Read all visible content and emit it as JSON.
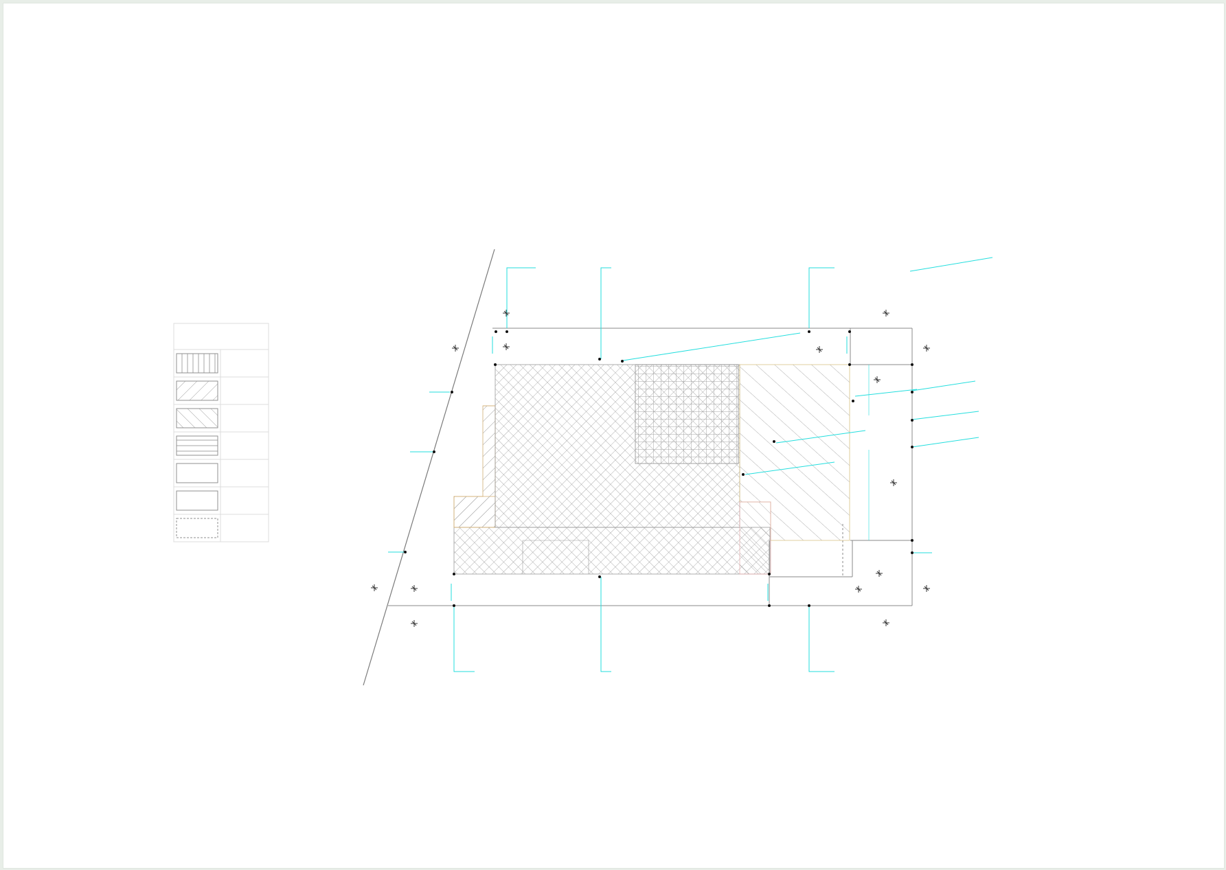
{
  "colors": {
    "annotation": "#22dede",
    "linework": "#7a7a7a",
    "boundary": "#6e6e6e",
    "hatch": "#a5a5a5",
    "highlight": "#e9c1c1",
    "sheet": "#ffffff",
    "background": "#e8eee8"
  },
  "legend": {
    "rows": [
      {
        "label": "",
        "hatch": "vertical"
      },
      {
        "label": "",
        "hatch": "diagonal-right"
      },
      {
        "label": "",
        "hatch": "diagonal-left"
      },
      {
        "label": "",
        "hatch": "horizontal"
      },
      {
        "label": "",
        "hatch": "none"
      },
      {
        "label": "",
        "hatch": "none"
      },
      {
        "label": "",
        "hatch": "dashed"
      }
    ]
  }
}
